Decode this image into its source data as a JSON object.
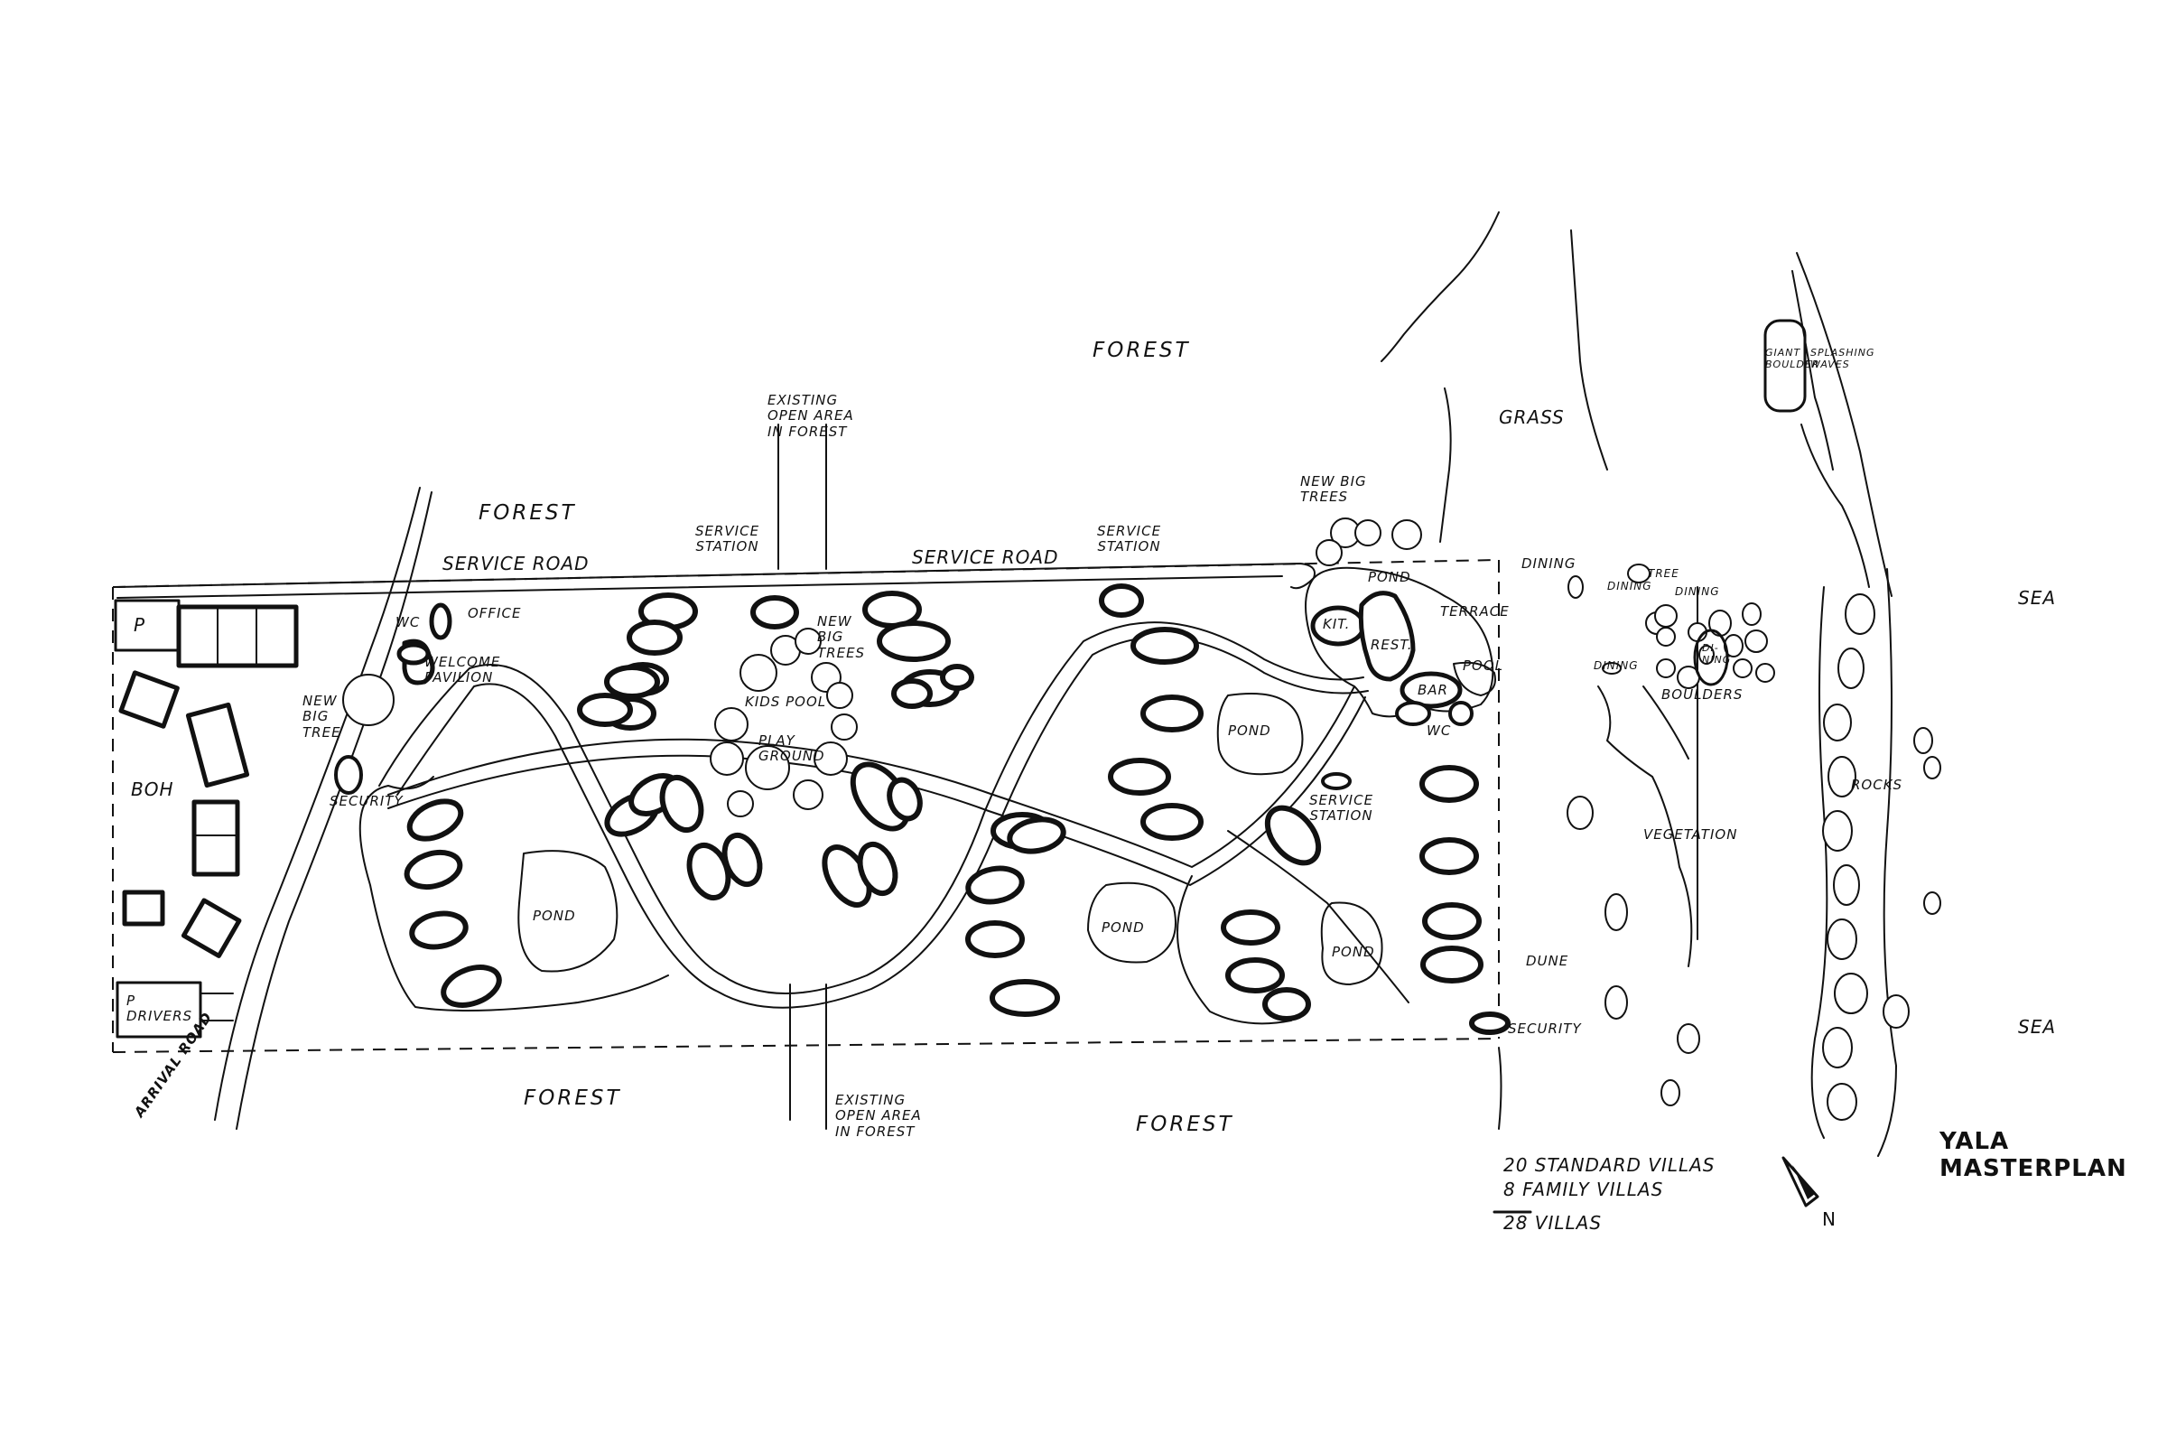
{
  "title": "YALA MASTERPLAN",
  "north_label": "N",
  "villa_summary": {
    "standard": "20 STANDARD VILLAS",
    "family": "8 FAMILY VILLAS",
    "total": "28 VILLAS"
  },
  "labels": {
    "forest_top_left": "FOREST",
    "forest_top_center": "FOREST",
    "forest_bottom_left": "FOREST",
    "forest_bottom_center": "FOREST",
    "grass": "GRASS",
    "sea_top": "SEA",
    "sea_bottom": "SEA",
    "rocks": "ROCKS",
    "vegetation": "VEGETATION",
    "dune": "DUNE",
    "boulders": "BOULDERS",
    "giant_boulder": "GIANT\nBOULDER",
    "splashing_waves": "SPLASHING\nWAVES",
    "service_road_left": "SERVICE  ROAD",
    "service_road_right": "SERVICE  ROAD",
    "service_station_left": "SERVICE\nSTATION",
    "service_station_mid": "SERVICE\nSTATION",
    "service_station_right": "SERVICE\nSTATION",
    "existing_open_top": "EXISTING\nOPEN AREA\nIN FOREST",
    "existing_open_bottom": "EXISTING\nOPEN AREA\nIN FOREST",
    "new_big_trees_center": "NEW\nBIG\nTREES",
    "new_big_trees_right": "NEW BIG\nTREES",
    "new_big_tree_left": "NEW\nBIG\nTREE",
    "kids_pool": "KIDS POOL",
    "play_ground": "PLAY\nGROUND",
    "pond": "POND",
    "pond_small": "POND",
    "terrace": "TERRACE",
    "kit": "KIT.",
    "rest": "REST.",
    "bar": "BAR",
    "pool": "POOL",
    "wc_right": "WC",
    "wc_left": "WC",
    "office": "OFFICE",
    "welcome_pavilion": "WELCOME\nPAVILION",
    "security_left": "SECURITY",
    "security_right": "SECURITY",
    "parking": "P",
    "parking_drivers": "P\nDRIVERS",
    "boh": "BOH",
    "arrival_road": "ARRIVAL ROAD",
    "dining_1": "DINING",
    "dining_2": "DINING",
    "dining_3": "DINING",
    "dining_4": "DINING",
    "dining_5": "DI-\nNING",
    "tree": "TREE"
  }
}
